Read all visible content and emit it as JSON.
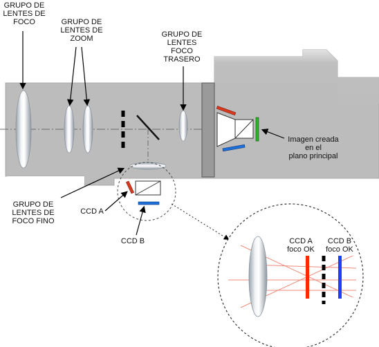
{
  "labels": {
    "focus_group": [
      "GRUPO DE",
      "LENTES DE",
      "FOCO"
    ],
    "zoom_group": [
      "GRUPO DE",
      "LENTES DE",
      "ZOOM"
    ],
    "rear_focus_group": [
      "GRUPO DE",
      "LENTES",
      "FOCO",
      "TRASERO"
    ],
    "image_created": [
      "Imagen creada",
      "en el",
      "plano principal"
    ],
    "fine_focus_group": [
      "GRUPO DE",
      "LENTES DE",
      "FOCO FINO"
    ],
    "ccd_a": "CCD A",
    "ccd_b": "CCD B",
    "zoom_ccd_a": [
      "CCD A",
      "foco OK"
    ],
    "zoom_ccd_b": [
      "CCD B",
      "foco OK"
    ]
  },
  "colors": {
    "body": "#bdbdbd",
    "body_edge": "#8c8c8c",
    "prism_block": "#9a9a9a",
    "lens": "#d9e0e8",
    "ccd_red": "#d93a1f",
    "ccd_blue": "#1f6fd9",
    "ccd_green": "#2bb52b",
    "ray": "#ef8a7a",
    "zoom_ccd_a": "#ff2a00",
    "zoom_ccd_b": "#1a3fff"
  }
}
